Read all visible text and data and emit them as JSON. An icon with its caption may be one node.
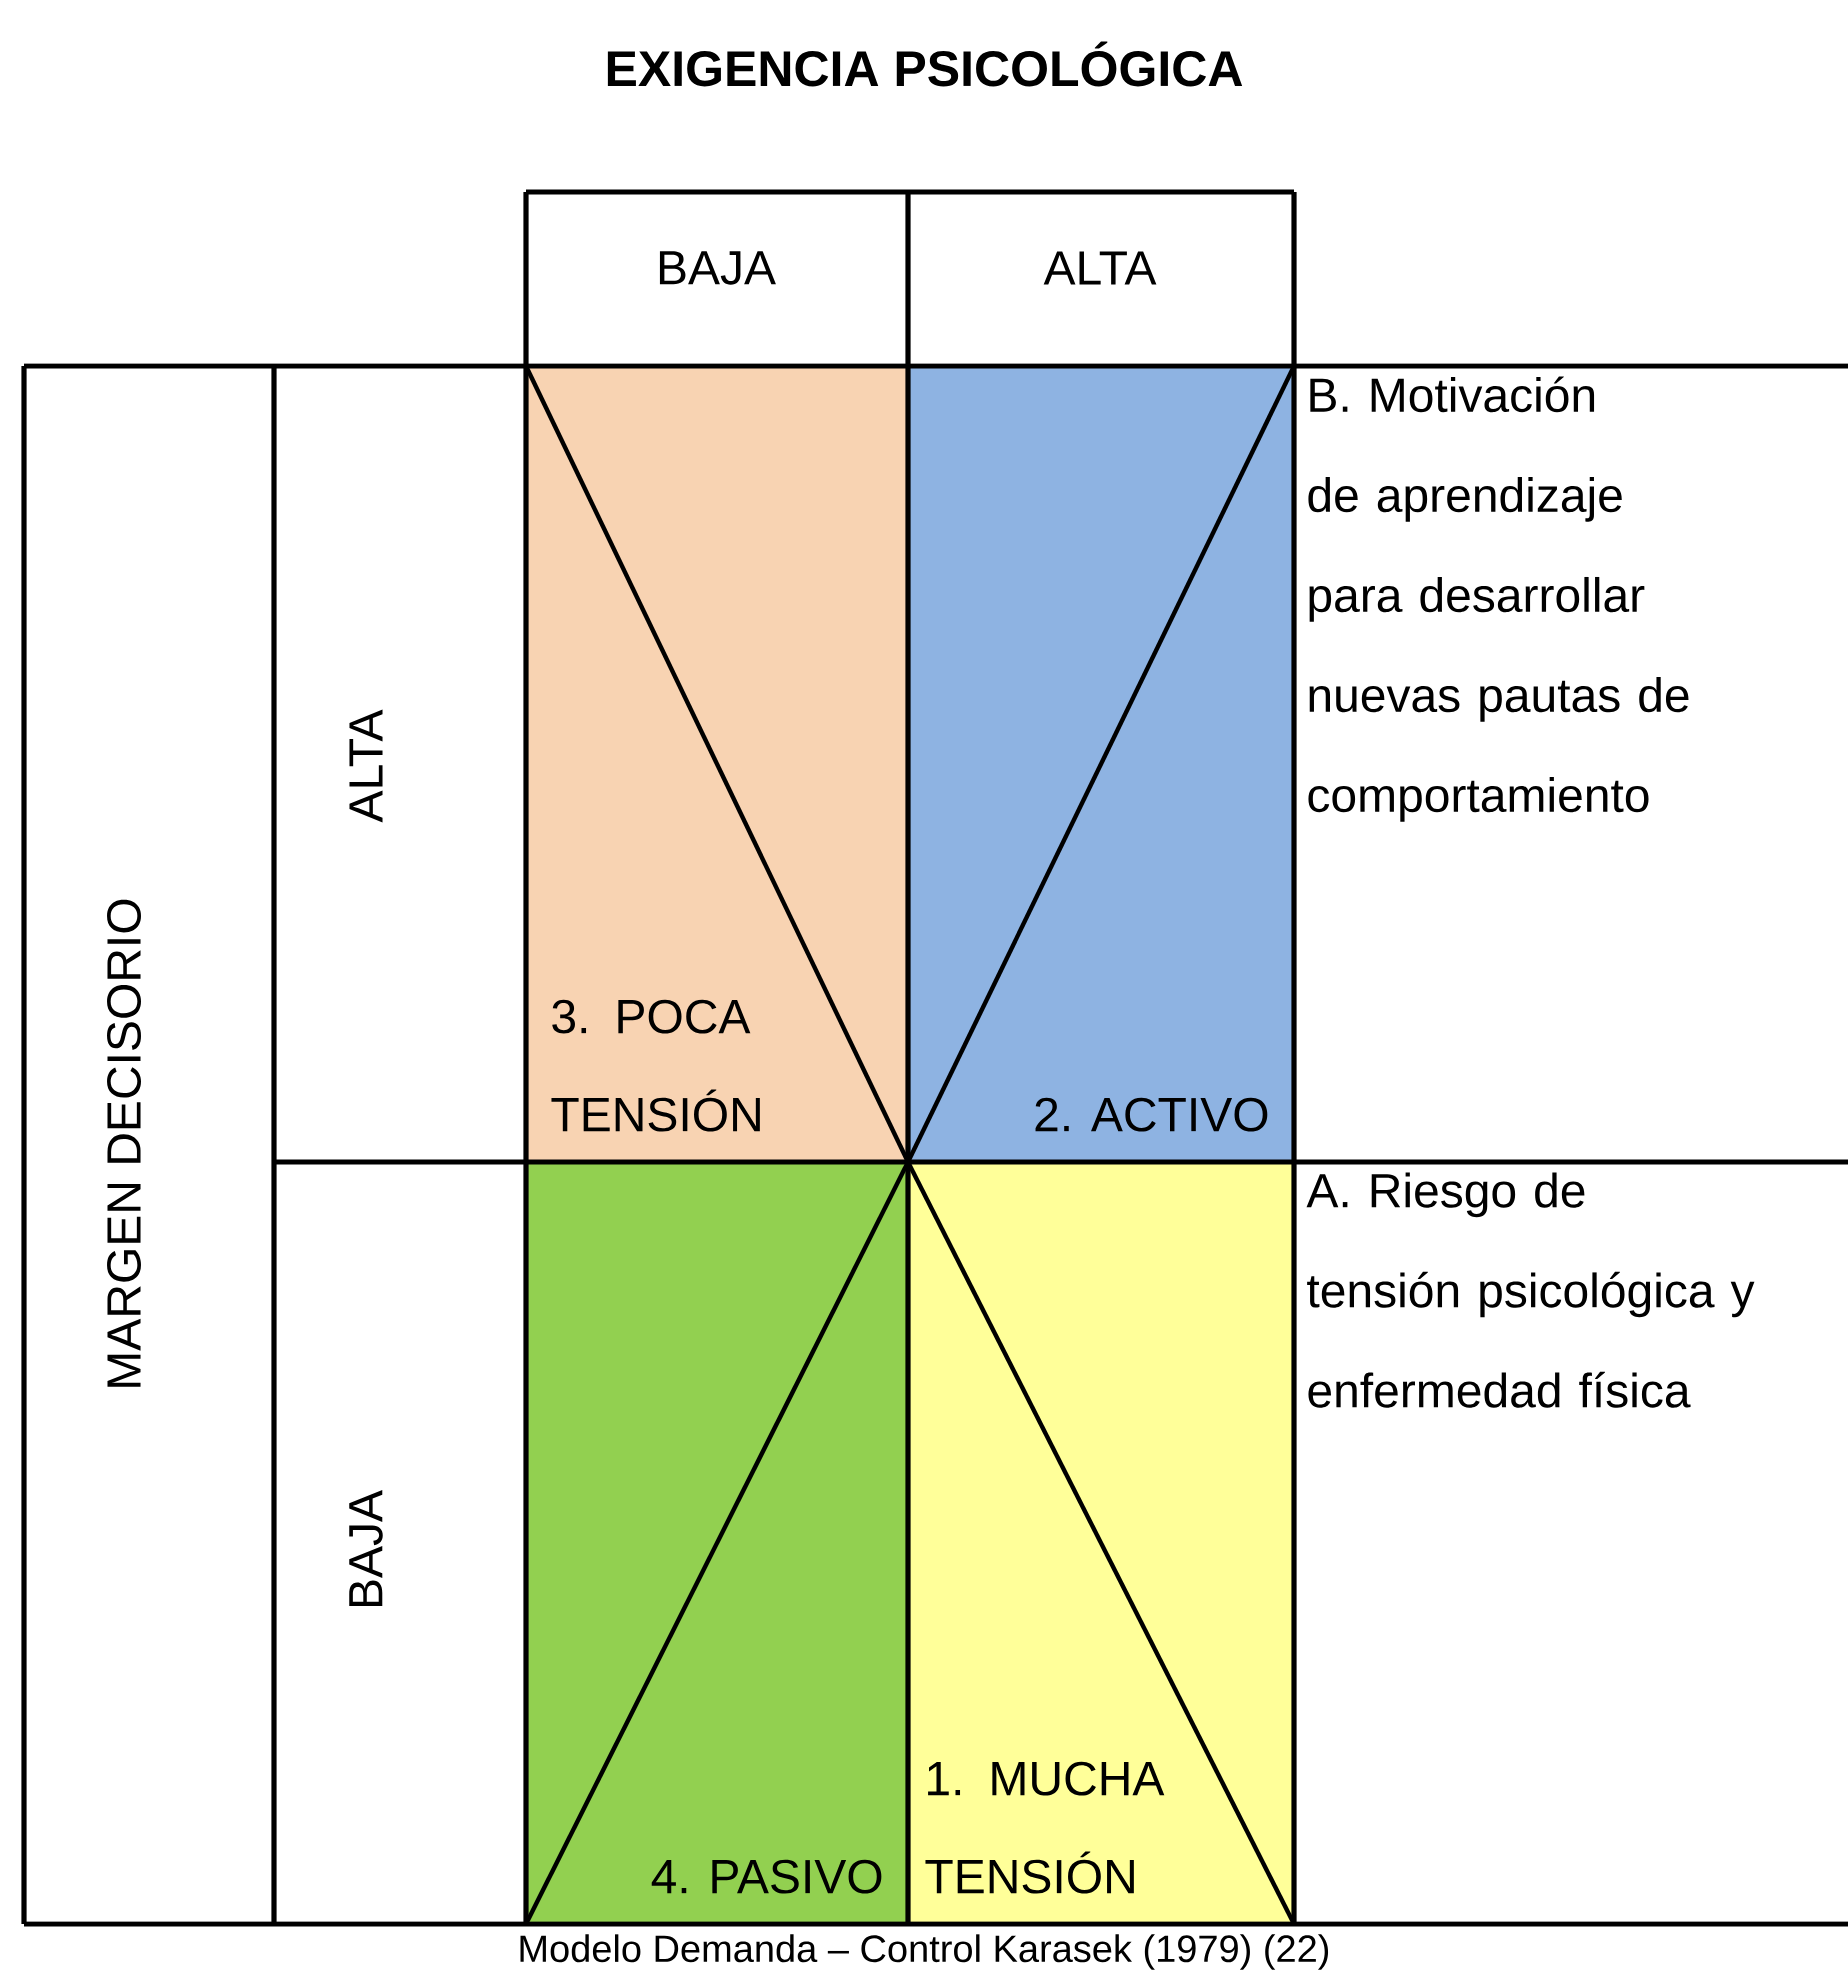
{
  "diagram": {
    "title": "EXIGENCIA PSICOLÓGICA",
    "caption": "Modelo Demanda – Control Karasek (1979) (22)",
    "nodes": [
      {
        "text": [
          "BAJA"
        ]
      },
      {
        "text": [
          "ALTA"
        ]
      },
      {
        "text": [
          "MARGEN DECISORIO"
        ]
      },
      {
        "text": [
          "ALTA"
        ]
      },
      {
        "text": [
          "BAJA"
        ]
      },
      {
        "text": [
          "3. POCA TENSIÓN"
        ]
      },
      {
        "text": [
          "2. ACTIVO"
        ]
      },
      {
        "text": [
          "4. PASIVO"
        ]
      },
      {
        "text": [
          "1. MUCHA TENSIÓN"
        ]
      },
      {
        "text": [
          "B. Motivación de aprendizaje para desarrollar nuevas pautas de comportamiento"
        ]
      },
      {
        "text": [
          "A. Riesgo de tensión psicológica y enfermedad física"
        ]
      }
    ],
    "edges": []
  }
}
